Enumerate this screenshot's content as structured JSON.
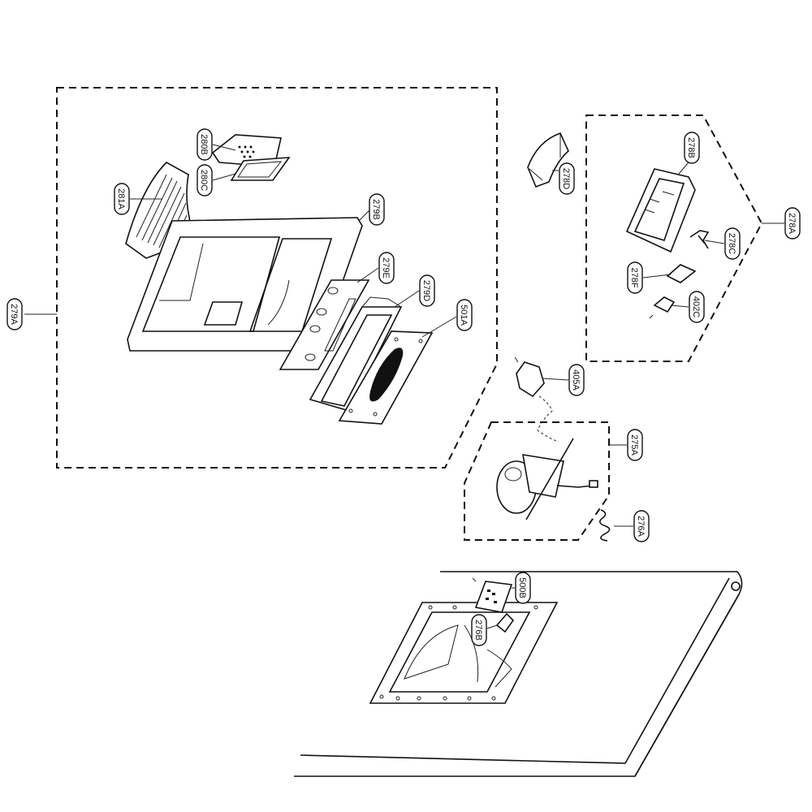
{
  "callouts": {
    "c279A": "279A",
    "c281A": "281A",
    "c280B": "280B",
    "c280C": "280C",
    "c279B": "279B",
    "c279E": "279E",
    "c279D": "279D",
    "c501A": "501A",
    "c278D": "278D",
    "c278B": "278B",
    "c278A": "278A",
    "c278C": "278C",
    "c278F": "278F",
    "c402C": "402C",
    "c405A": "405A",
    "c275A": "275A",
    "c276A": "276A",
    "c500B": "500B",
    "c276B": "276B"
  }
}
